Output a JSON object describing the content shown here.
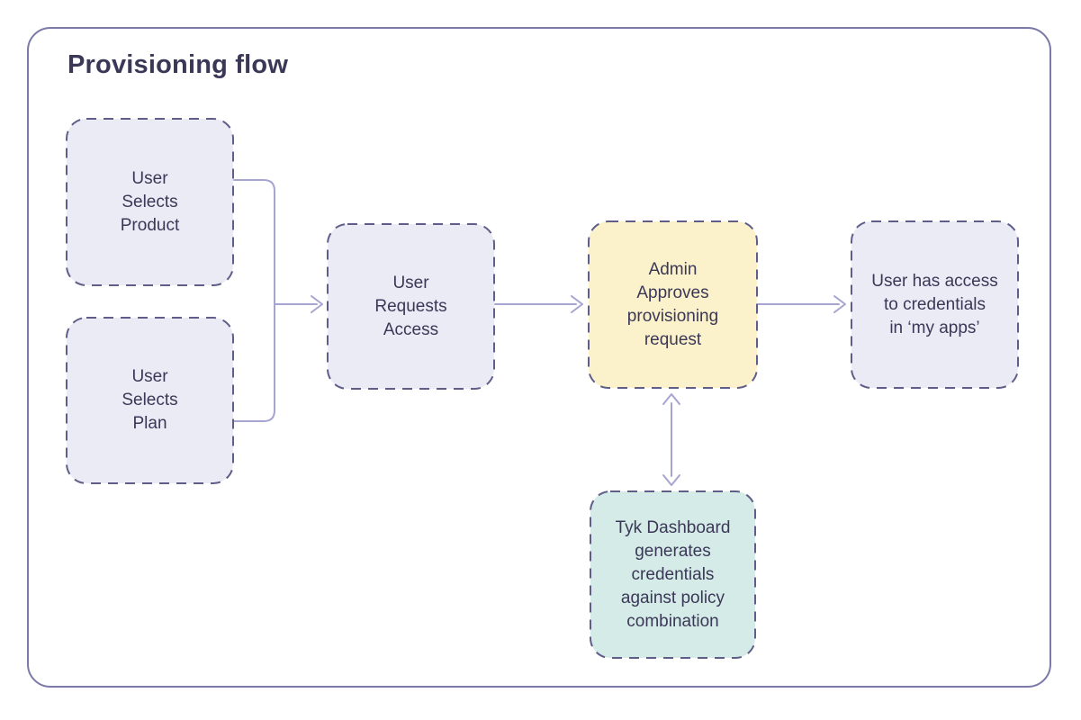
{
  "title": "Provisioning flow",
  "colors": {
    "frame_border": "#7b79a8",
    "node_border": "#605e88",
    "arrow": "#a6a5d0",
    "text": "#3b3857",
    "lavender": "#ebebf6",
    "yellow": "#fbf2cc",
    "teal": "#d5ebe8"
  },
  "nodes": [
    {
      "id": "user-selects-product",
      "label": "User\nSelects\nProduct",
      "fill": "lavender"
    },
    {
      "id": "user-selects-plan",
      "label": "User\nSelects\nPlan",
      "fill": "lavender"
    },
    {
      "id": "user-requests-access",
      "label": "User\nRequests\nAccess",
      "fill": "lavender"
    },
    {
      "id": "admin-approves",
      "label": "Admin\nApproves\nprovisioning\nrequest",
      "fill": "yellow"
    },
    {
      "id": "user-has-access",
      "label": "User has access\nto credentials\nin ‘my apps’",
      "fill": "lavender"
    },
    {
      "id": "tyk-dashboard",
      "label": "Tyk Dashboard\ngenerates\ncredentials\nagainst policy\ncombination",
      "fill": "teal"
    }
  ],
  "connectors": [
    {
      "id": "merge-selects-to-requests",
      "from": "user-selects-product + user-selects-plan",
      "to": "user-requests-access",
      "type": "merge-arrow"
    },
    {
      "id": "requests-to-admin",
      "from": "user-requests-access",
      "to": "admin-approves",
      "type": "arrow"
    },
    {
      "id": "admin-to-credentials",
      "from": "admin-approves",
      "to": "user-has-access",
      "type": "arrow"
    },
    {
      "id": "admin-dashboard",
      "from": "admin-approves",
      "to": "tyk-dashboard",
      "type": "bidirectional-arrow"
    }
  ]
}
